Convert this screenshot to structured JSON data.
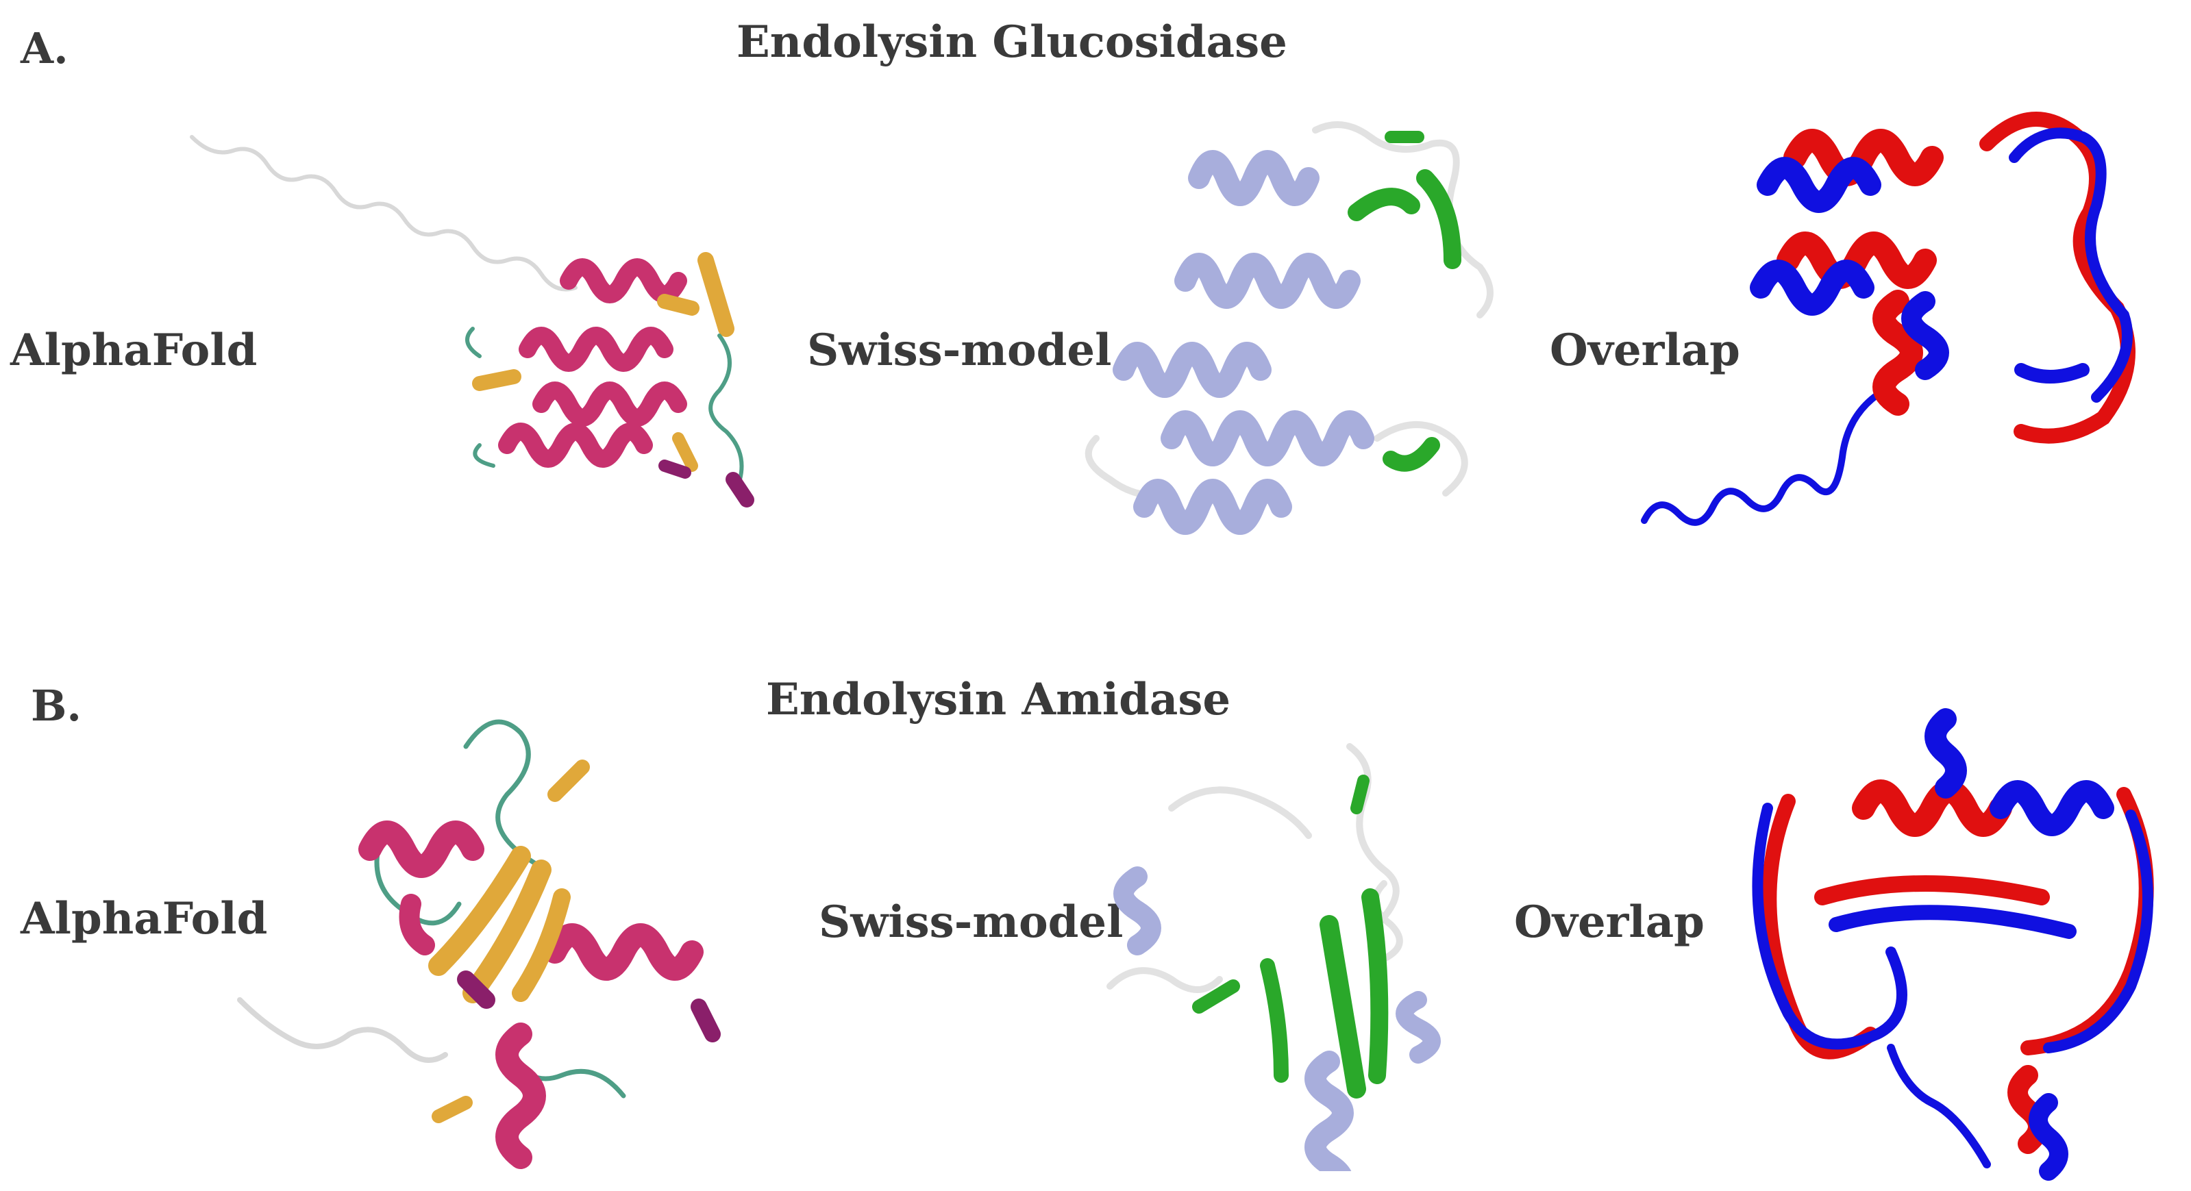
{
  "panels": [
    {
      "letter": "A.",
      "title": "Endolysin Glucosidase",
      "labels": {
        "alphafold": "AlphaFold",
        "swiss_model": "Swiss-model",
        "overlap": "Overlap"
      }
    },
    {
      "letter": "B.",
      "title": "Endolysin Amidase",
      "labels": {
        "alphafold": "AlphaFold",
        "swiss_model": "Swiss-model",
        "overlap": "Overlap"
      }
    }
  ],
  "colors": {
    "alphafold_helix": "#c8326e",
    "alphafold_strand": "#e0a83a",
    "alphafold_coil": "#4e9e86",
    "alphafold_turn": "#8a1f6a",
    "swiss_helix": "#a8aedc",
    "swiss_strand": "#2aa82a",
    "swiss_coil": "#e2e2e2",
    "overlap_alphafold": "#1010e0",
    "overlap_swiss": "#e01010",
    "label_text": "#3a3a3a"
  }
}
